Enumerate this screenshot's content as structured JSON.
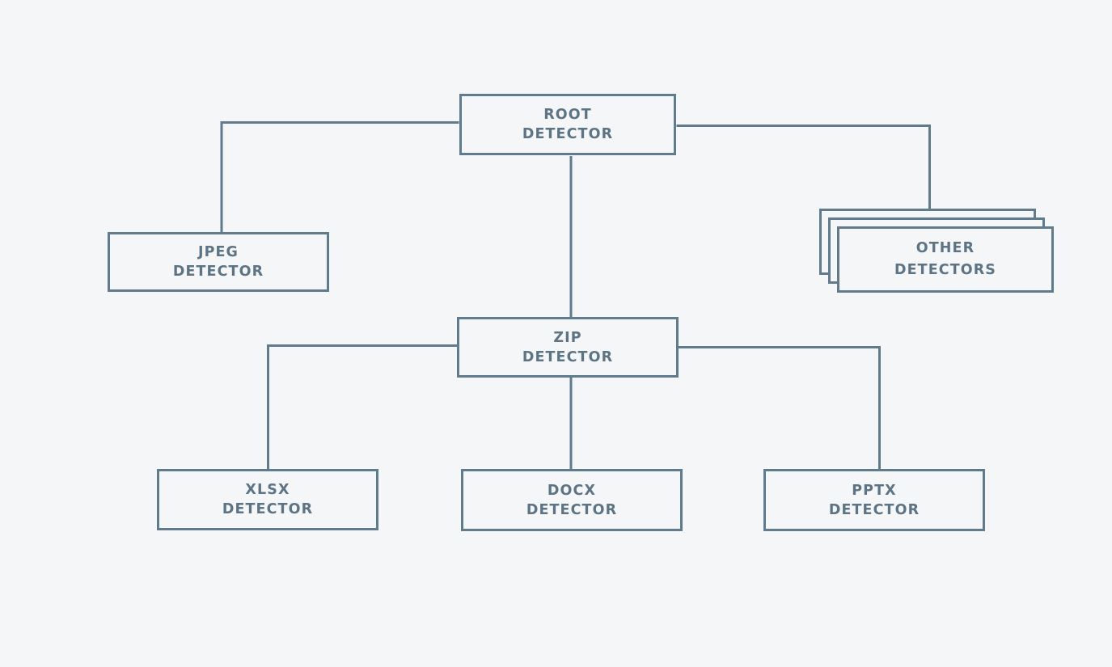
{
  "diagram": {
    "type": "tree-hierarchy",
    "background_color": "#f5f6f8",
    "stroke_color": "#607b8c",
    "text_color": "#5d7484",
    "nodes": {
      "root": {
        "line1": "ROOT",
        "line2": "DETECTOR"
      },
      "jpeg": {
        "line1": "JPEG",
        "line2": "DETECTOR"
      },
      "other": {
        "line1": "OTHER",
        "line2": "DETECTORS"
      },
      "zip": {
        "line1": "ZIP",
        "line2": "DETECTOR"
      },
      "xlsx": {
        "line1": "XLSX",
        "line2": "DETECTOR"
      },
      "docx": {
        "line1": "DOCX",
        "line2": "DETECTOR"
      },
      "pptx": {
        "line1": "PPTX",
        "line2": "DETECTOR"
      }
    }
  }
}
